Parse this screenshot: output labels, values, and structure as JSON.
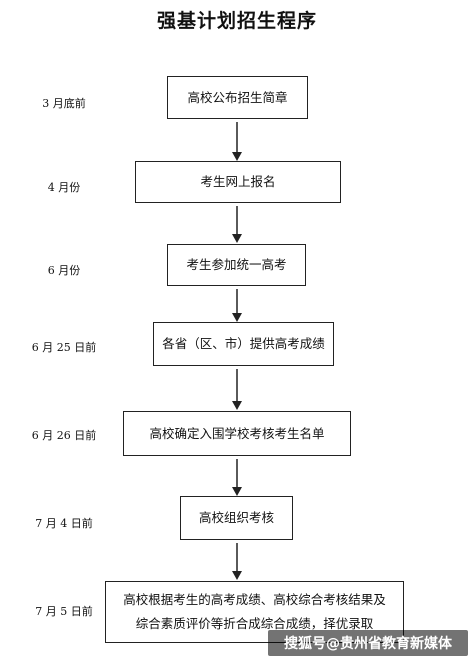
{
  "title": "强基计划招生程序",
  "steps": [
    {
      "date": "3 月底前",
      "text": "高校公布招生简章"
    },
    {
      "date": "4 月份",
      "text": "考生网上报名"
    },
    {
      "date": "6 月份",
      "text": "考生参加统一高考"
    },
    {
      "date": "6 月 25 日前",
      "text": "各省（区、市）提供高考成绩"
    },
    {
      "date": "6 月 26 日前",
      "text": "高校确定入围学校考核考生名单"
    },
    {
      "date": "7 月 4 日前",
      "text": "高校组织考核"
    },
    {
      "date": "7 月 5 日前",
      "text": "高校根据考生的高考成绩、高校综合考核结果及综合素质评价等折合成综合成绩，择优录取"
    }
  ],
  "watermark": "搜狐号@贵州省教育新媒体"
}
